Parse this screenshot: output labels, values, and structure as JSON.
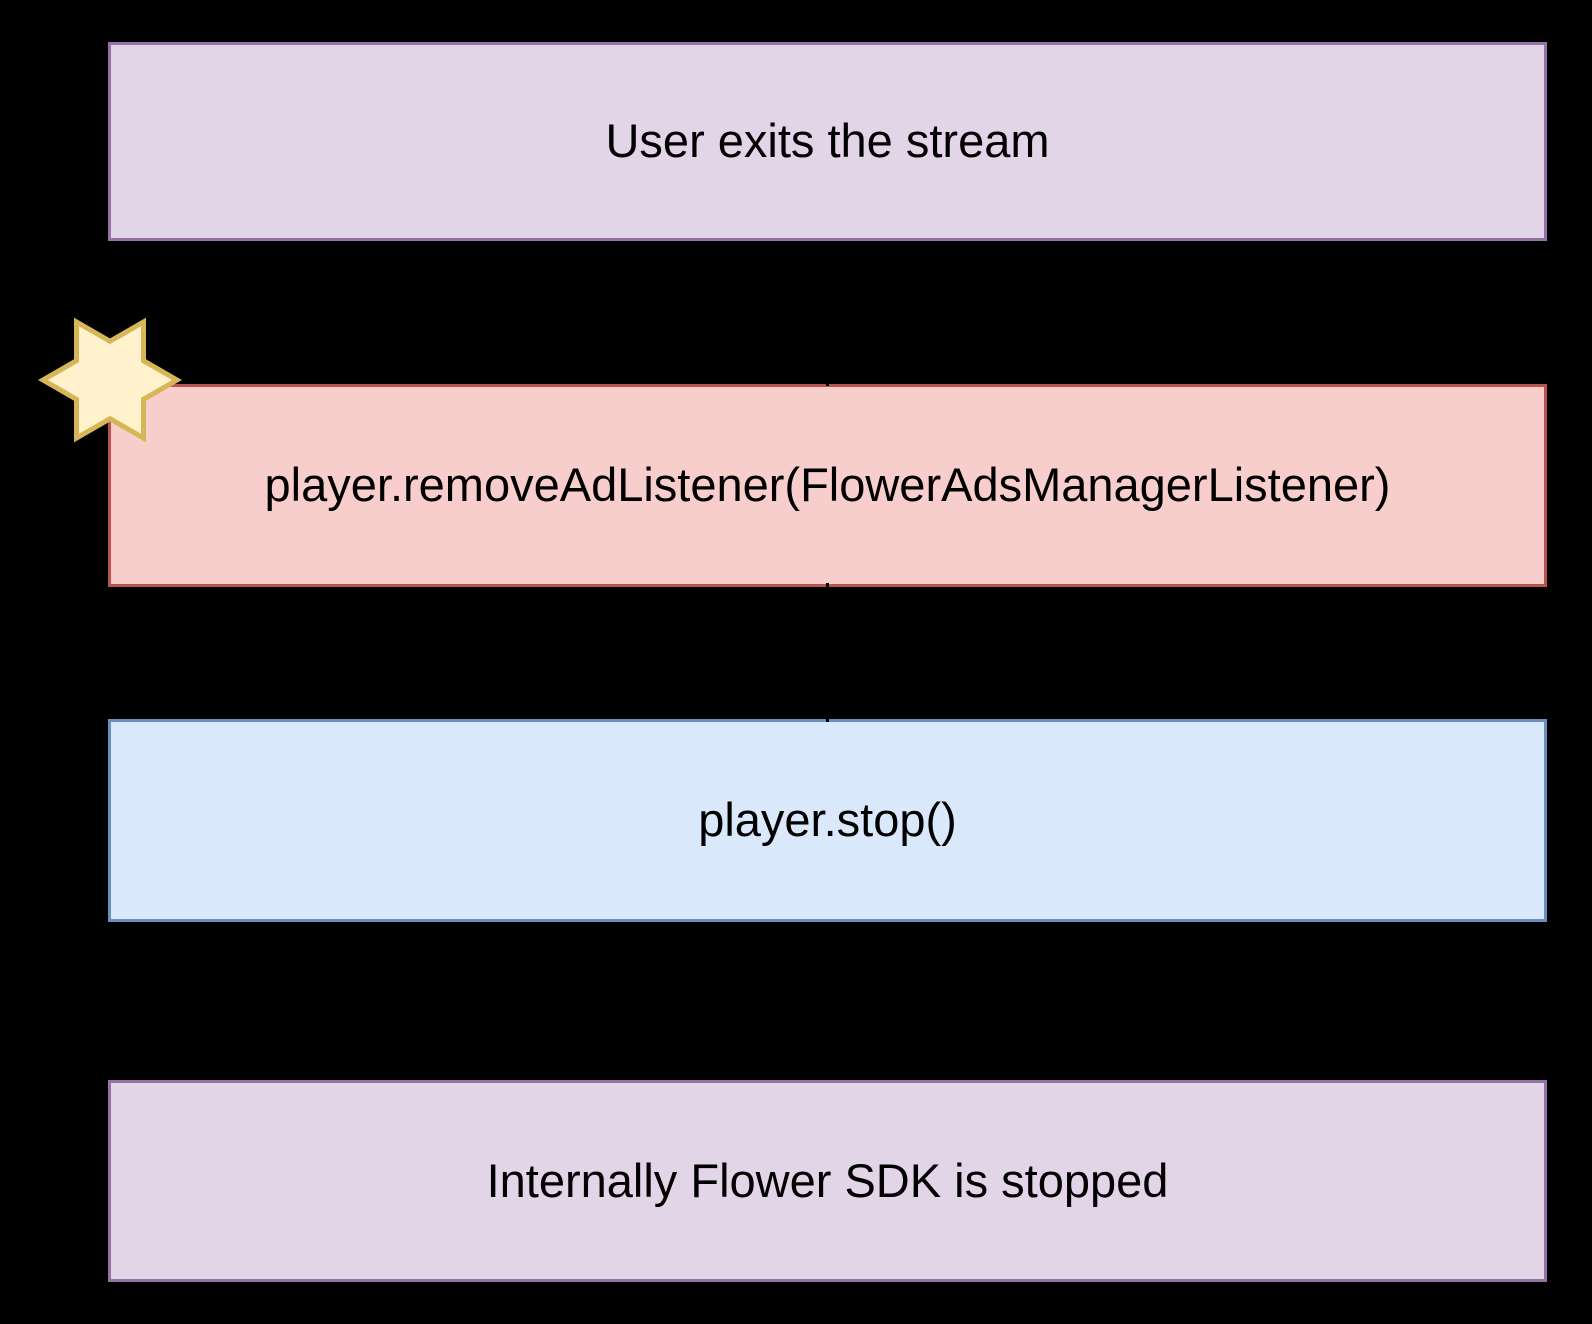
{
  "diagram": {
    "type": "flowchart",
    "background": "#000000",
    "text_color": "#000000",
    "nodes": [
      {
        "id": "user-exits-stream",
        "label": "User exits the stream",
        "fill": "#e1d5e7",
        "border": "#9673a6"
      },
      {
        "id": "remove-ad-listener",
        "label": "player.removeAdListener(FlowerAdsManagerListener)",
        "fill": "#f8cecc",
        "border": "#b85450",
        "marker": "six-pointed-star"
      },
      {
        "id": "player-stop",
        "label": "player.stop()",
        "fill": "#dae8fc",
        "border": "#6c8ebf"
      },
      {
        "id": "sdk-stopped",
        "label": "Internally Flower SDK is stopped",
        "fill": "#e1d5e7",
        "border": "#9673a6"
      }
    ],
    "edges": [
      {
        "from": "user-exits-stream",
        "to": "remove-ad-listener",
        "style": "vertical-line",
        "color": "#000000"
      },
      {
        "from": "remove-ad-listener",
        "to": "player-stop",
        "style": "vertical-line",
        "color": "#000000"
      },
      {
        "from": "player-stop",
        "to": "sdk-stopped",
        "style": "vertical-line",
        "color": "#000000"
      }
    ],
    "star_marker": {
      "shape": "six-pointed-star",
      "fill": "#fff2cc",
      "border": "#d6b656",
      "attached_to": "remove-ad-listener",
      "position": "top-left-corner"
    }
  }
}
